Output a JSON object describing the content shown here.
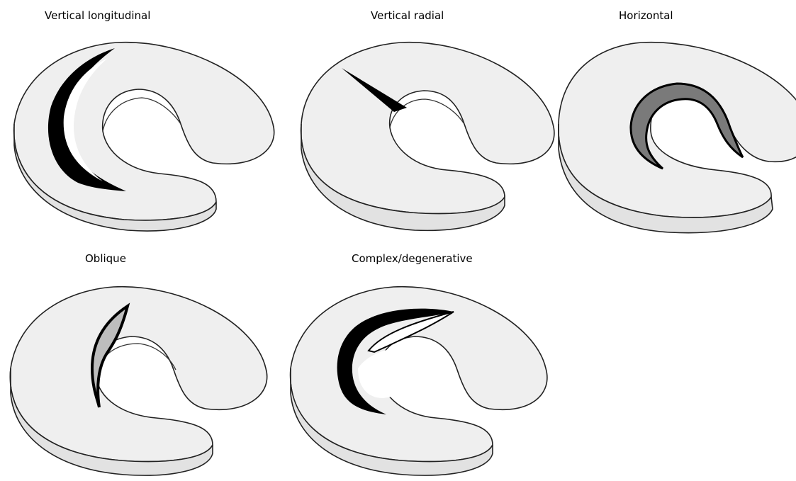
{
  "diagram": {
    "panels": [
      {
        "label": "Vertical longitudinal",
        "tear": "vertical-longitudinal"
      },
      {
        "label": "Vertical radial",
        "tear": "vertical-radial"
      },
      {
        "label": "Horizontal",
        "tear": "horizontal"
      },
      {
        "label": "Oblique",
        "tear": "oblique"
      },
      {
        "label": "Complex/degenerative",
        "tear": "complex-degenerative"
      }
    ],
    "colors": {
      "surface": "#efefef",
      "side": "#e2e2e2",
      "outline": "#222222",
      "tear": "#000000",
      "tear_gray": "#7a7a7a"
    }
  }
}
